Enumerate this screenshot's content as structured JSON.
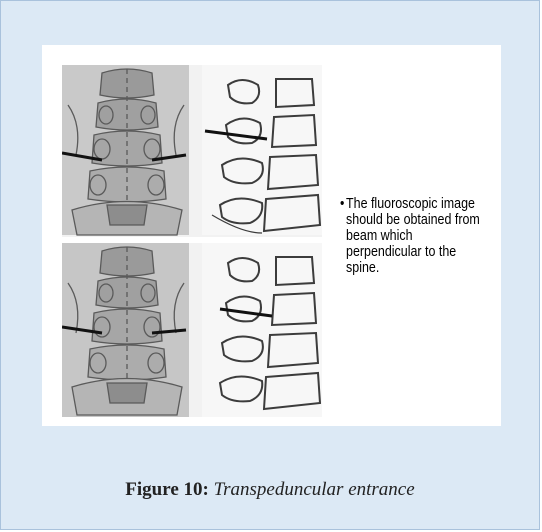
{
  "figure": {
    "note": "The fluoroscopic image should be obtained from beam which  perpendicular to the spine.",
    "note_bullet": "•",
    "caption_label": "Figure 10:",
    "caption_title": "Transpeduncular entrance"
  },
  "colors": {
    "panel_background": "#dce9f5",
    "panel_border": "#a9c2dc",
    "image_background": "#ffffff"
  }
}
